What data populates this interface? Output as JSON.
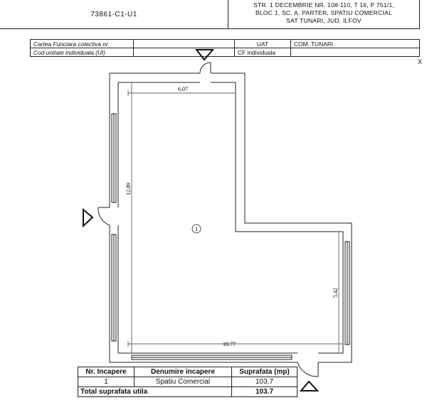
{
  "header": {
    "cad_code": "73861-C1-U1",
    "address_lines": [
      "STR. 1 DECEMBRIE NR. 108-110, T 16, P 751/1,",
      "BLOC 1, SC. A, PARTER, SPATIU COMERCIAL",
      "SAT TUNARI, JUD. ILFOV"
    ]
  },
  "info_table": {
    "carte_funciara_label": "Cartea Funciara colectiva nr.",
    "carte_funciara_value": "",
    "uat_label": "UAT",
    "uat_value": "COM. TUNARI",
    "cod_unitate_label": "Cod unitate individuala (UI)",
    "cod_unitate_value": "",
    "cf_label": "CF individuala",
    "cf_value": "",
    "corner_mark": "X"
  },
  "plan": {
    "dimensions": {
      "top_width": "6.07",
      "left_height": "12.89",
      "right_height": "5.42",
      "bottom_width": "10.77"
    },
    "room_marker": "1"
  },
  "rooms_table": {
    "headers": [
      "Nr. Incapere",
      "Denumire incapere",
      "Suprafata (mp)"
    ],
    "rows": [
      {
        "nr": "1",
        "name": "Spatiu Comercial",
        "area": "103.7"
      }
    ],
    "total_label": "Total suprafata utila",
    "total_value": "103.7"
  }
}
